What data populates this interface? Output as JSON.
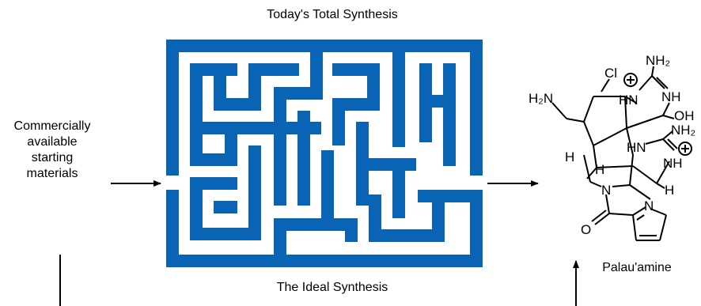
{
  "header": {
    "title": "Today's Total Synthesis"
  },
  "footer": {
    "title": "The Ideal Synthesis"
  },
  "start": {
    "lines": [
      "Commercially",
      "available",
      "starting",
      "materials"
    ]
  },
  "product": {
    "name": "Palau'amine",
    "atoms": {
      "cl": "Cl",
      "h2n": "H₂N",
      "nh2_top": "NH₂",
      "hn_top": "HN",
      "nh_top": "NH",
      "oh": "OH",
      "nh2_mid": "NH₂",
      "hn_mid": "HN",
      "nh_mid": "NH",
      "h_left": "H",
      "h_center": "H",
      "h_right": "H",
      "n_ring": "N",
      "n_pyrrole": "N",
      "o": "O"
    }
  },
  "colors": {
    "maze": "#0a64b4",
    "lines": "#000000"
  }
}
